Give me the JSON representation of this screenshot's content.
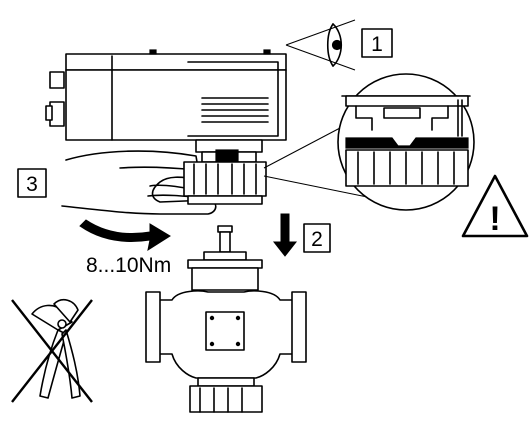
{
  "callouts": {
    "step1": "1",
    "step2": "2",
    "step3": "3",
    "torque": "8...10Nm",
    "warning_symbol": "!"
  },
  "icons": {
    "eye": "eye-icon",
    "warning": "warning-triangle-icon",
    "no_pliers": "crossed-out-pliers-icon",
    "down_arrow": "down-arrow-icon",
    "rotate_arrow": "rotation-arrow-icon"
  }
}
